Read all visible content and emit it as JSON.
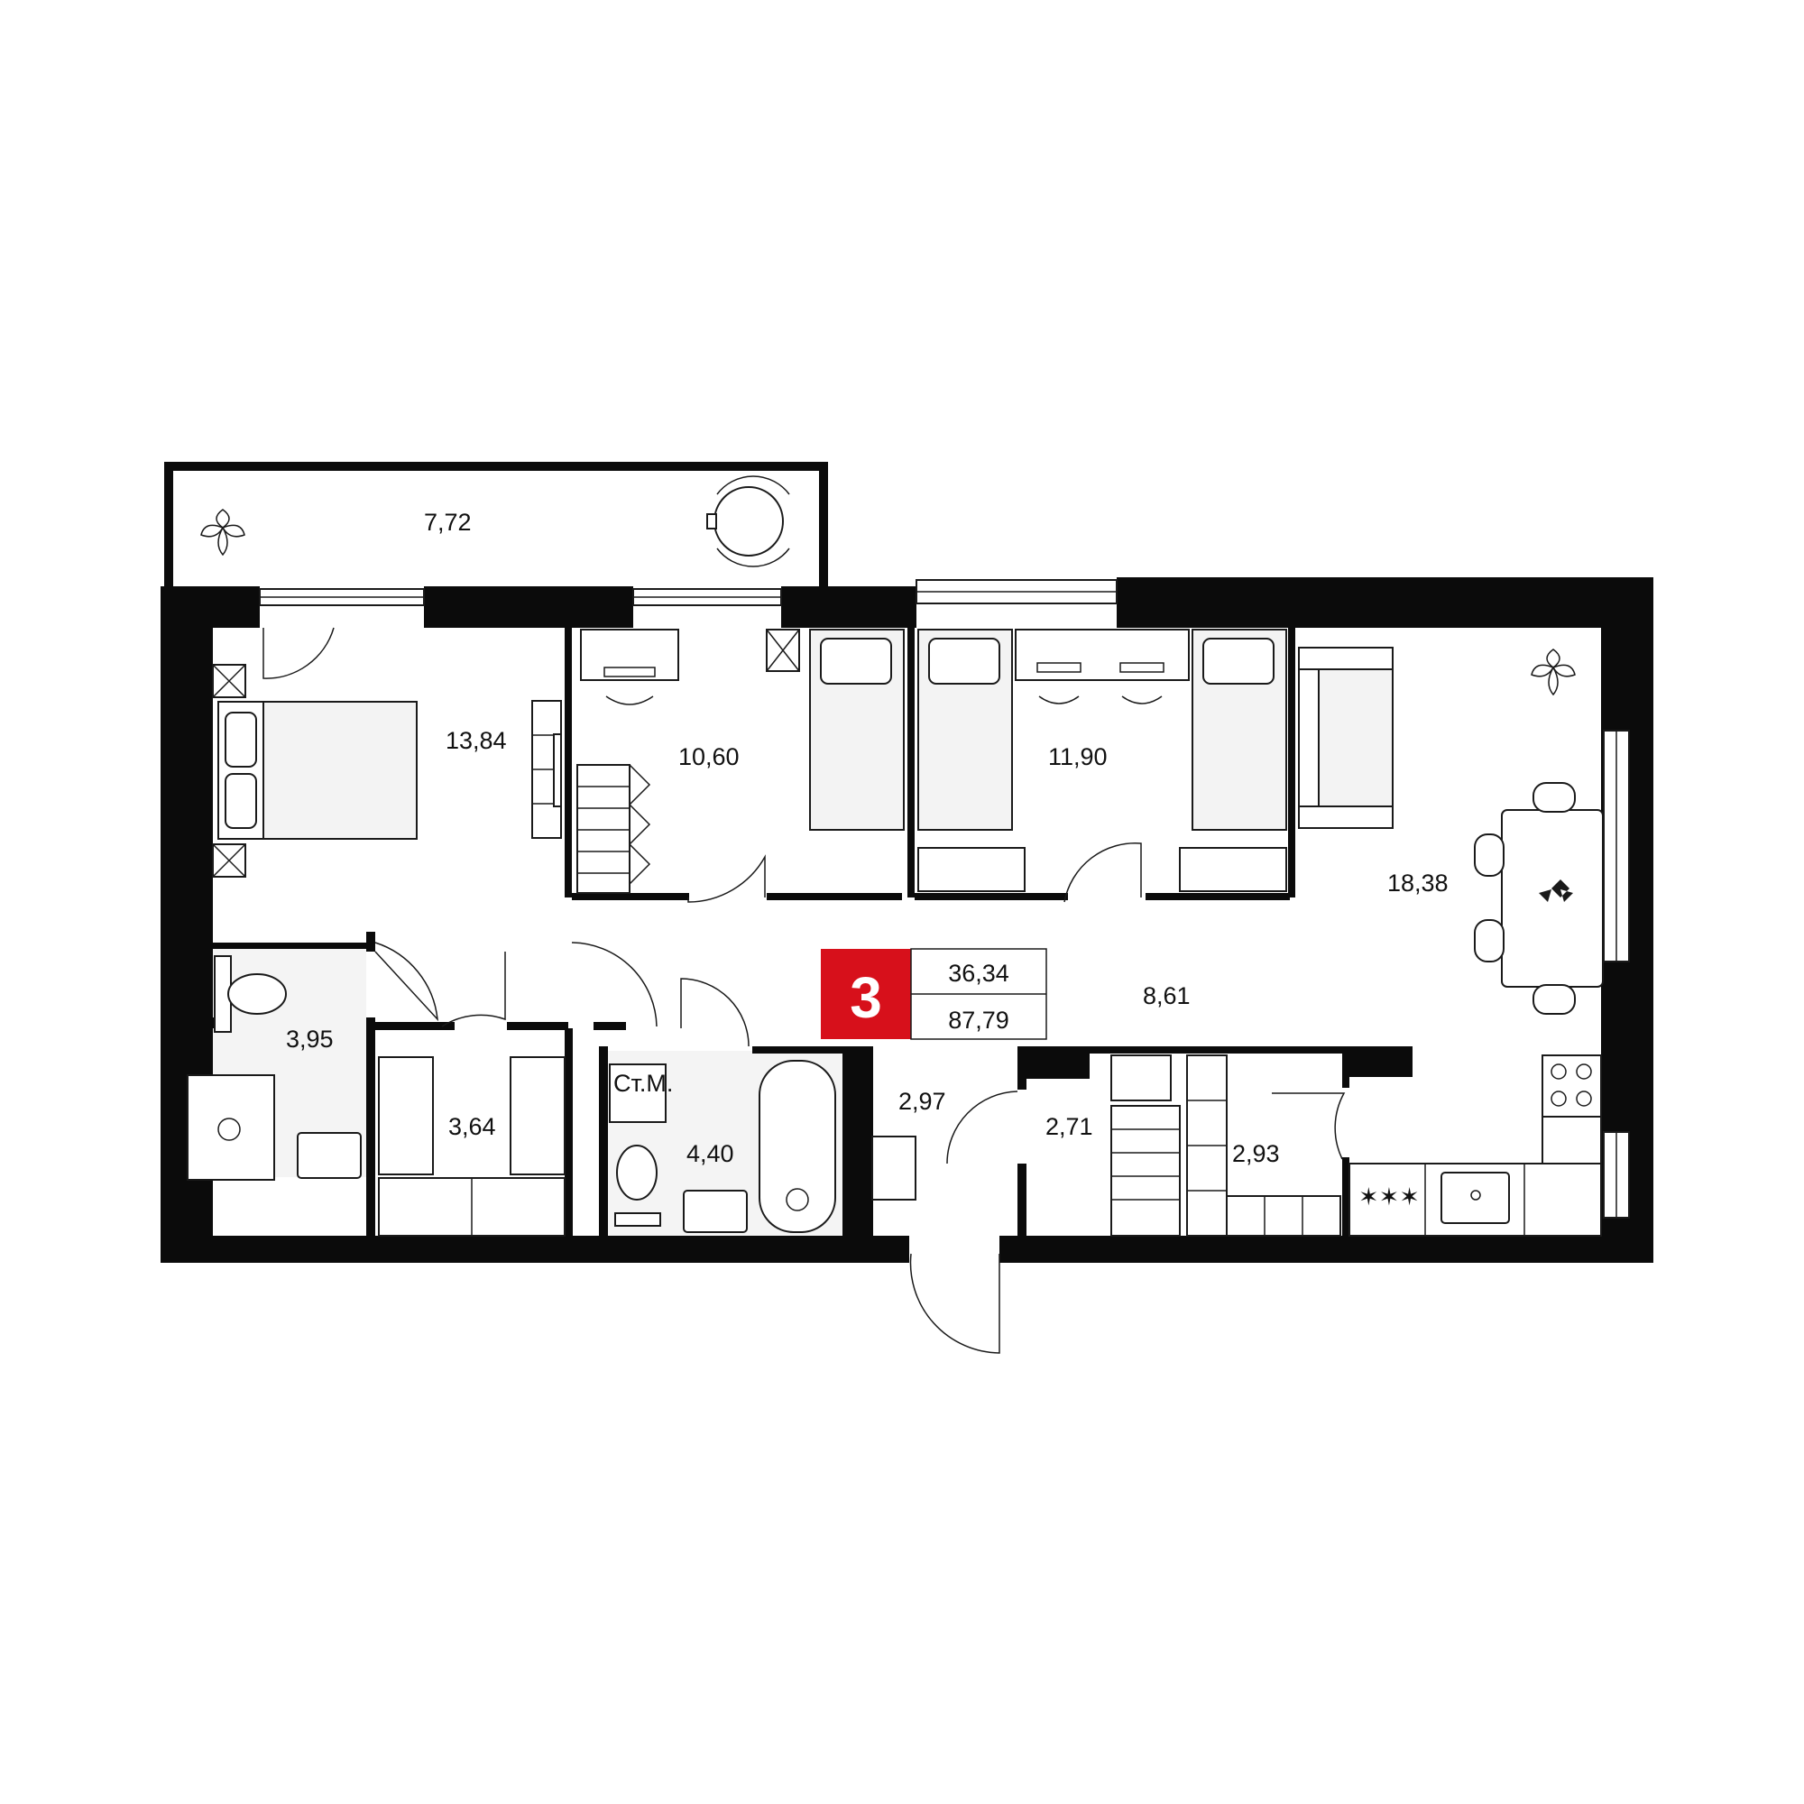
{
  "colors": {
    "wall": "#0b0b0b",
    "badge": "#d7101b",
    "text": "#111111",
    "floor": "#ffffff",
    "tile": "#f4f4f4"
  },
  "rooms": [
    {
      "id": "balcony",
      "area": "7,72"
    },
    {
      "id": "bedroom-master",
      "area": "13,84"
    },
    {
      "id": "bedroom-2",
      "area": "10,60"
    },
    {
      "id": "bedroom-3",
      "area": "11,90"
    },
    {
      "id": "kitchen-living",
      "area": "18,38"
    },
    {
      "id": "hallway",
      "area": "8,61"
    },
    {
      "id": "bathroom-master",
      "area": "3,95"
    },
    {
      "id": "wardrobe",
      "area": "3,64"
    },
    {
      "id": "bathroom",
      "area": "4,40"
    },
    {
      "id": "entrance",
      "area": "2,97"
    },
    {
      "id": "storage-1",
      "area": "2,71"
    },
    {
      "id": "storage-2",
      "area": "2,93"
    }
  ],
  "summary": {
    "rooms_count": "3",
    "living_area": "36,34",
    "total_area": "87,79"
  },
  "appliances": {
    "washer_label": "Ст.М.",
    "cooktop_symbol": "✶✶✶"
  },
  "icons": [
    "plant-icon",
    "bed-icon",
    "sofa-icon",
    "dining-table-icon",
    "bathtub-icon",
    "toilet-icon",
    "sink-icon",
    "shower-icon",
    "stove-icon",
    "desk-icon",
    "wardrobe-icon",
    "door-swing-icon"
  ]
}
